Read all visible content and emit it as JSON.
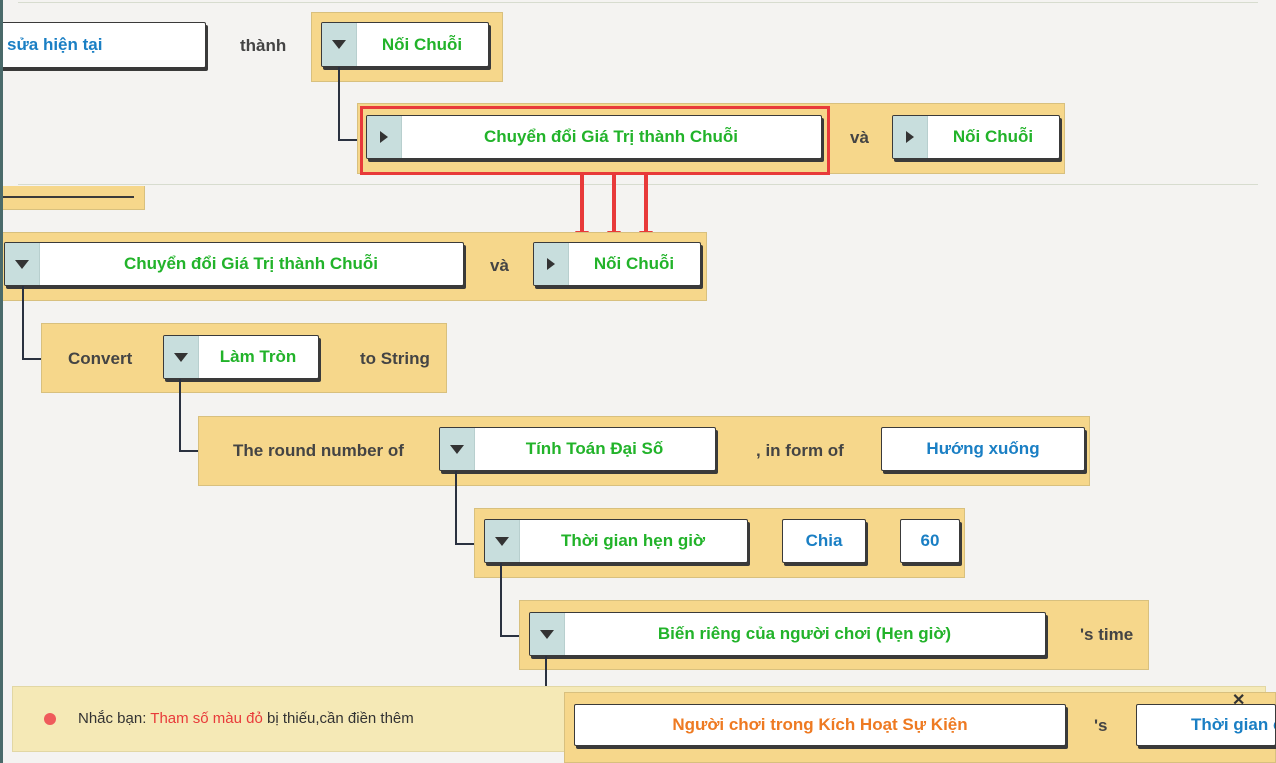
{
  "top": {
    "current_edit_label": "sửa hiện tại",
    "to_label": "thành",
    "concat_1": "Nối Chuỗi",
    "convert_value": "Chuyển đổi Giá Trị thành Chuỗi",
    "and_label": "và",
    "concat_2": "Nối Chuỗi"
  },
  "lower": {
    "convert_value": "Chuyển đổi Giá Trị thành Chuỗi",
    "and_label": "và",
    "concat": "Nối Chuỗi",
    "convert_label": "Convert",
    "round_field": "Làm Tròn",
    "to_string_label": "to String",
    "round_number_label": "The round number of",
    "algebra_field": "Tính Toán Đại Số",
    "in_form_label": ", in form of",
    "direction_field": "Hướng xuống",
    "timer_field": "Thời gian hẹn giờ",
    "divide_field": "Chia",
    "number_field": "60",
    "player_var_field": "Biến riêng của người chơi (Hẹn giờ)",
    "time_suffix": "'s time",
    "event_player_field": "Người chơi trong Kích Hoạt Sự Kiện",
    "possessive": "'s",
    "time_field_partial": "Thời gian c"
  },
  "notice": {
    "prefix": "Nhắc bạn: ",
    "highlight": "Tham số màu đỏ",
    "suffix": " bị thiếu,cần điền thêm"
  },
  "colors": {
    "block": "#f6d78b",
    "value_green": "#22b32a",
    "value_blue": "#1a7fc4",
    "value_orange": "#ee7a22",
    "highlight_red": "#e83a3a"
  }
}
